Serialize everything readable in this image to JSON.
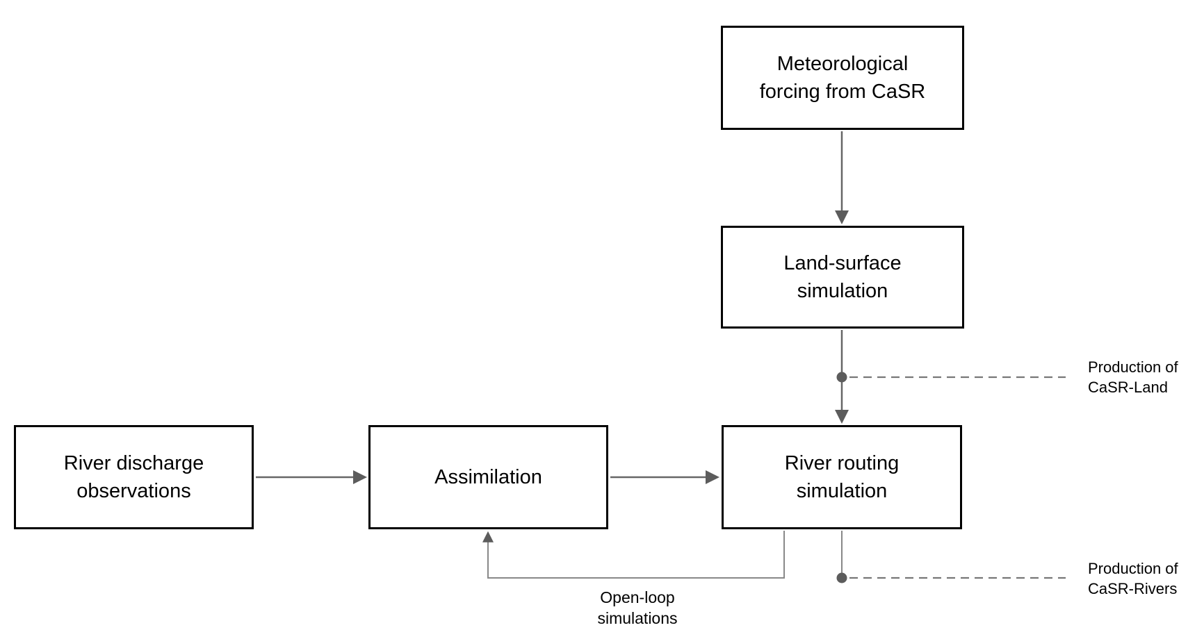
{
  "nodes": {
    "met_forcing": {
      "label": "Meteorological\nforcing from CaSR"
    },
    "land_surface": {
      "label": "Land-surface\nsimulation"
    },
    "river_routing": {
      "label": "River routing\nsimulation"
    },
    "river_discharge": {
      "label": "River discharge\nobservations"
    },
    "assimilation": {
      "label": "Assimilation"
    }
  },
  "annotations": {
    "production_land": "Production of\nCaSR-Land",
    "production_rivers": "Production of\nCaSR-Rivers",
    "open_loop": "Open-loop\nsimulations"
  },
  "colors": {
    "box_border": "#000000",
    "box_fill": "#ffffff",
    "text": "#000000",
    "connector": "#666666",
    "loop_connector": "#888888",
    "dashed_line": "#777777",
    "background": "#ffffff"
  }
}
